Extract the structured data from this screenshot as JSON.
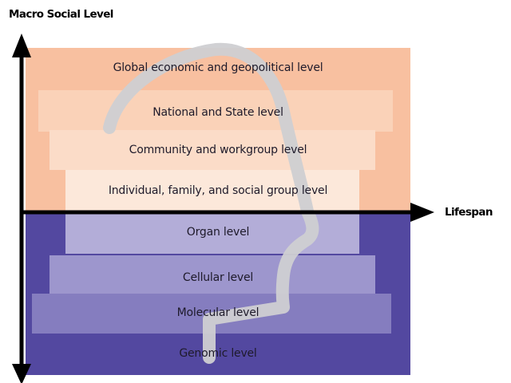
{
  "axes": {
    "y_label": "Macro Social Level",
    "x_label": "Lifespan"
  },
  "upper_levels": [
    "Global economic and geopolitical level",
    "National and State level",
    "Community and workgroup level",
    "Individual, family, and social group level"
  ],
  "lower_levels": [
    "Organ level",
    "Cellular level",
    "Molecular level",
    "Genomic level"
  ],
  "colors": {
    "upper_base": "#f8c0a0",
    "upper_steps": [
      "#f8c7aa",
      "#fad5bd",
      "#fbdfcc",
      "#fce8da"
    ],
    "lower_base": "#5348a0",
    "lower_steps": [
      "#b0aad6",
      "#9b94cc",
      "#837bbd",
      "#5348a0"
    ],
    "path": "#cfcfd2",
    "axis": "#000000"
  }
}
